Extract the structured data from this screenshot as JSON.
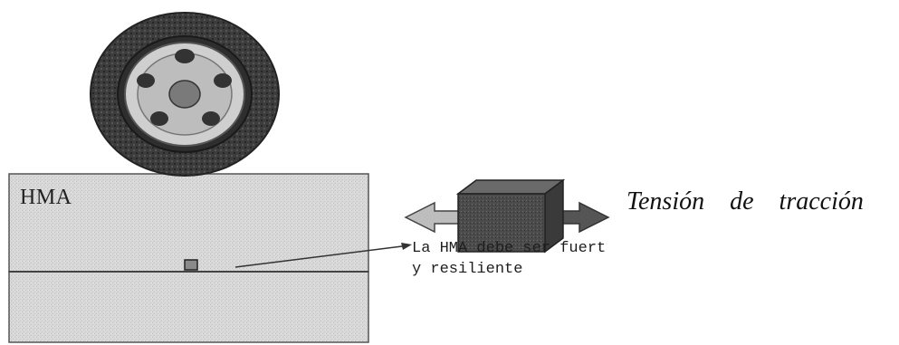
{
  "labels": {
    "layer": "HMA",
    "caption_line1": "La HMA debe ser fuert",
    "caption_line2": "y resiliente",
    "tension_word1": "Tensión",
    "tension_word2": "de",
    "tension_word3": "tracción"
  },
  "icons": {
    "tire": "tire-icon",
    "element": "cube-icon",
    "arrows": "double-arrow-icon"
  },
  "colors": {
    "layer_fill": "#d6d6d6",
    "tire": "#3a3a3a",
    "cube": "#4a4a4a",
    "line": "#333333"
  }
}
